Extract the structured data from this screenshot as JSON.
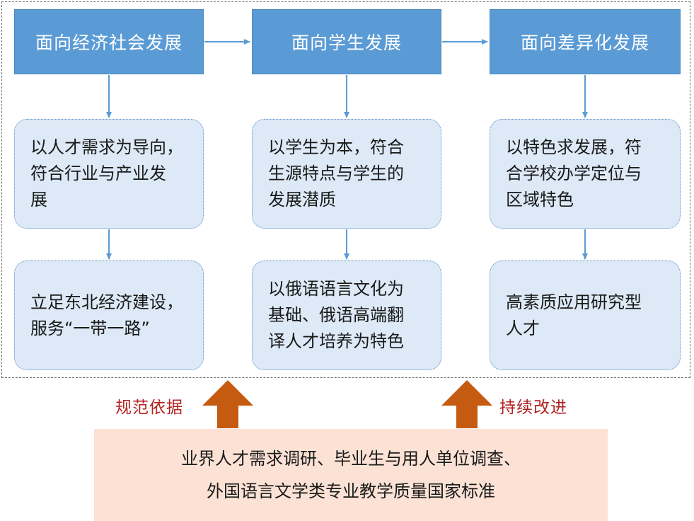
{
  "diagram": {
    "columns": [
      {
        "header": "面向经济社会发展",
        "card1": [
          "以人才需求为导向，",
          "符合行业与产业发",
          "展"
        ],
        "card2": [
          "立足东北经济建设，",
          "服务“一带一路”"
        ]
      },
      {
        "header": "面向学生发展",
        "card1": [
          "以学生为本，符合",
          "生源特点与学生的",
          "发展潜质"
        ],
        "card2": [
          "以俄语语言文化为",
          "基础、俄语高端翻",
          "译人才培养为特色"
        ]
      },
      {
        "header": "面向差异化发展",
        "card1": [
          "以特色求发展，符",
          "合学校办学定位与",
          "区域特色"
        ],
        "card2": [
          "高素质应用研究型",
          "人才"
        ]
      }
    ],
    "left_label": "规范依据",
    "right_label": "持续改进",
    "basis_lines": [
      "业界人才需求调研、毕业生与用人单位调查、",
      "外国语言文学类专业教学质量国家标准"
    ],
    "colors": {
      "header_fill": "#5b9bd5",
      "card_fill": "#dde9f6",
      "arrow_blue": "#5b9bd5",
      "arrow_orange": "#c55a11",
      "label_red": "#b22222",
      "basis_fill": "#fbe2d5"
    }
  }
}
